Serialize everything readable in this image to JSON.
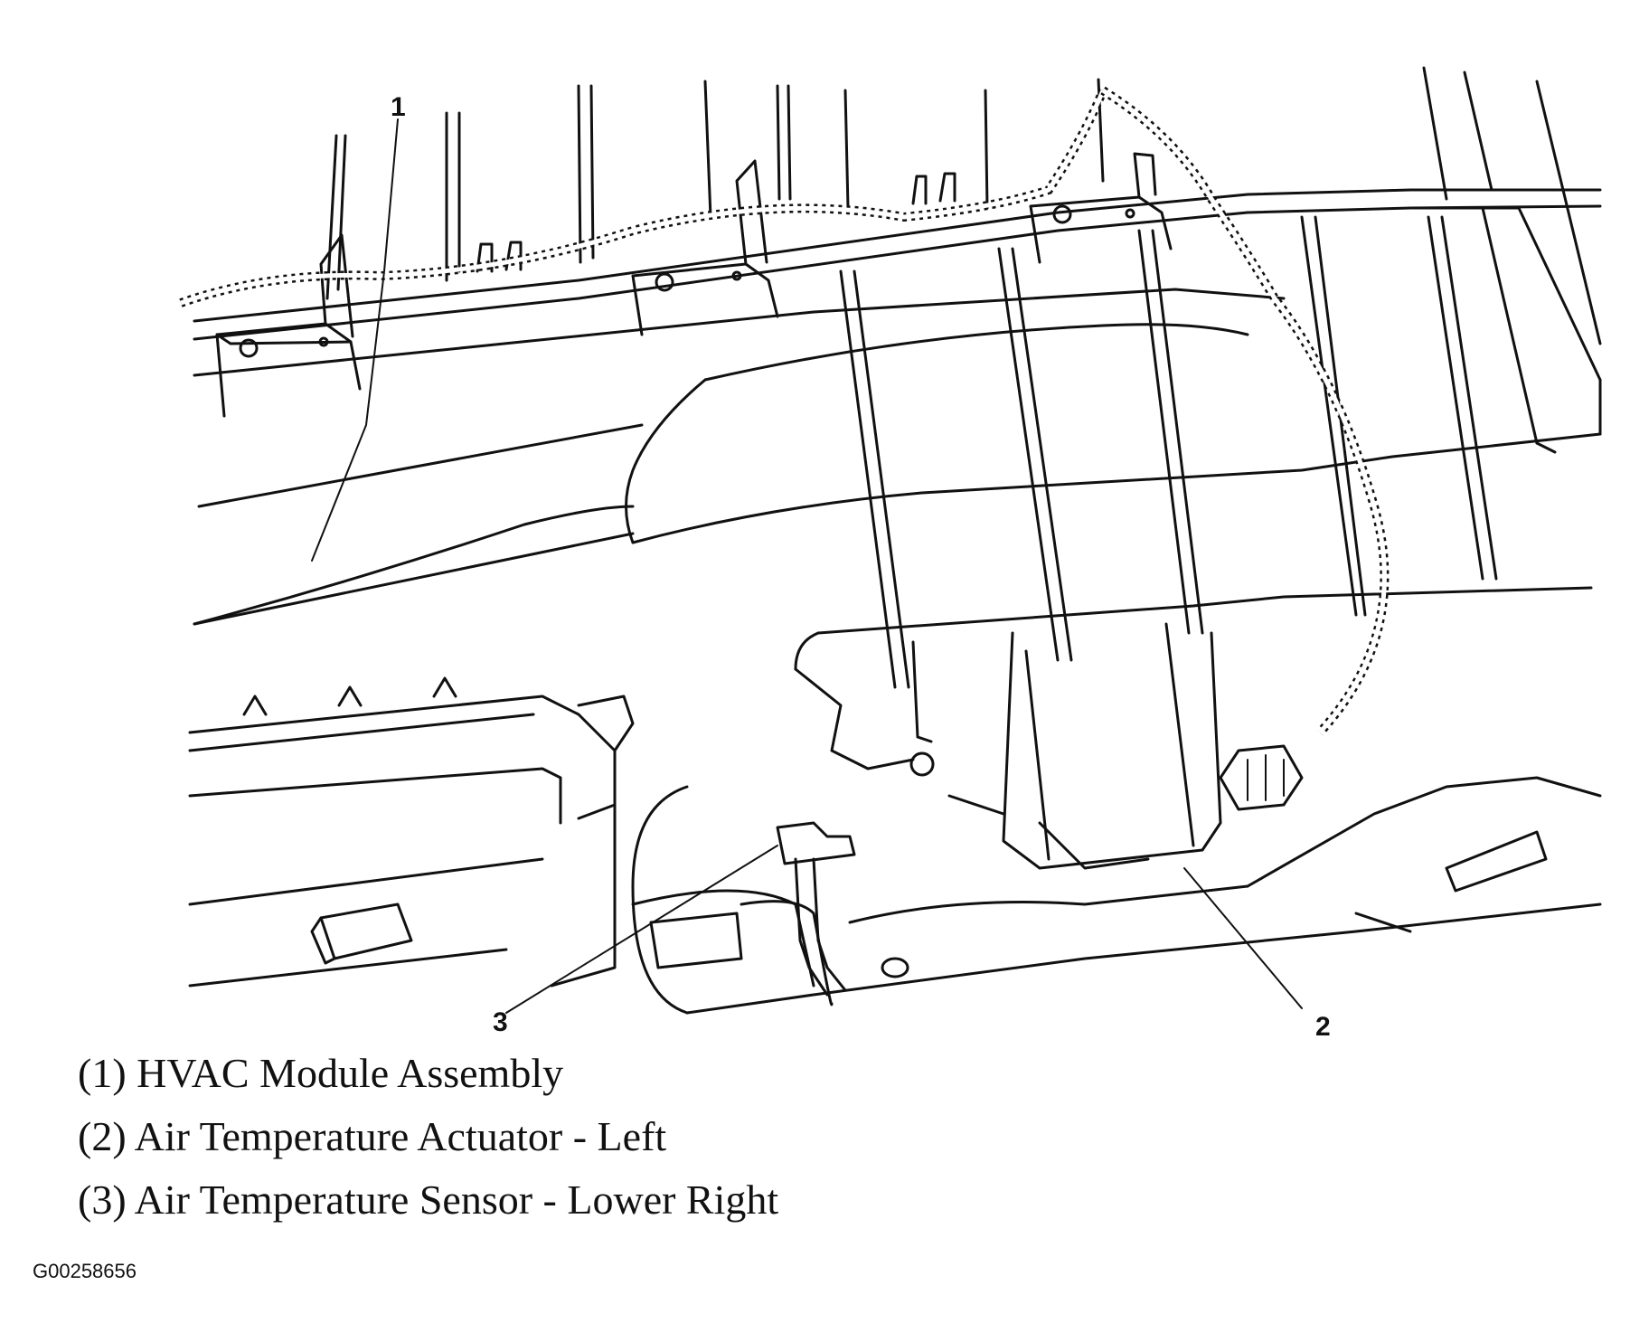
{
  "callouts": {
    "c1": "1",
    "c2": "2",
    "c3": "3"
  },
  "legend": [
    "(1) HVAC Module Assembly",
    "(2) Air Temperature Actuator - Left",
    "(3) Air Temperature Sensor - Lower Right"
  ],
  "figure_id": "G00258656"
}
